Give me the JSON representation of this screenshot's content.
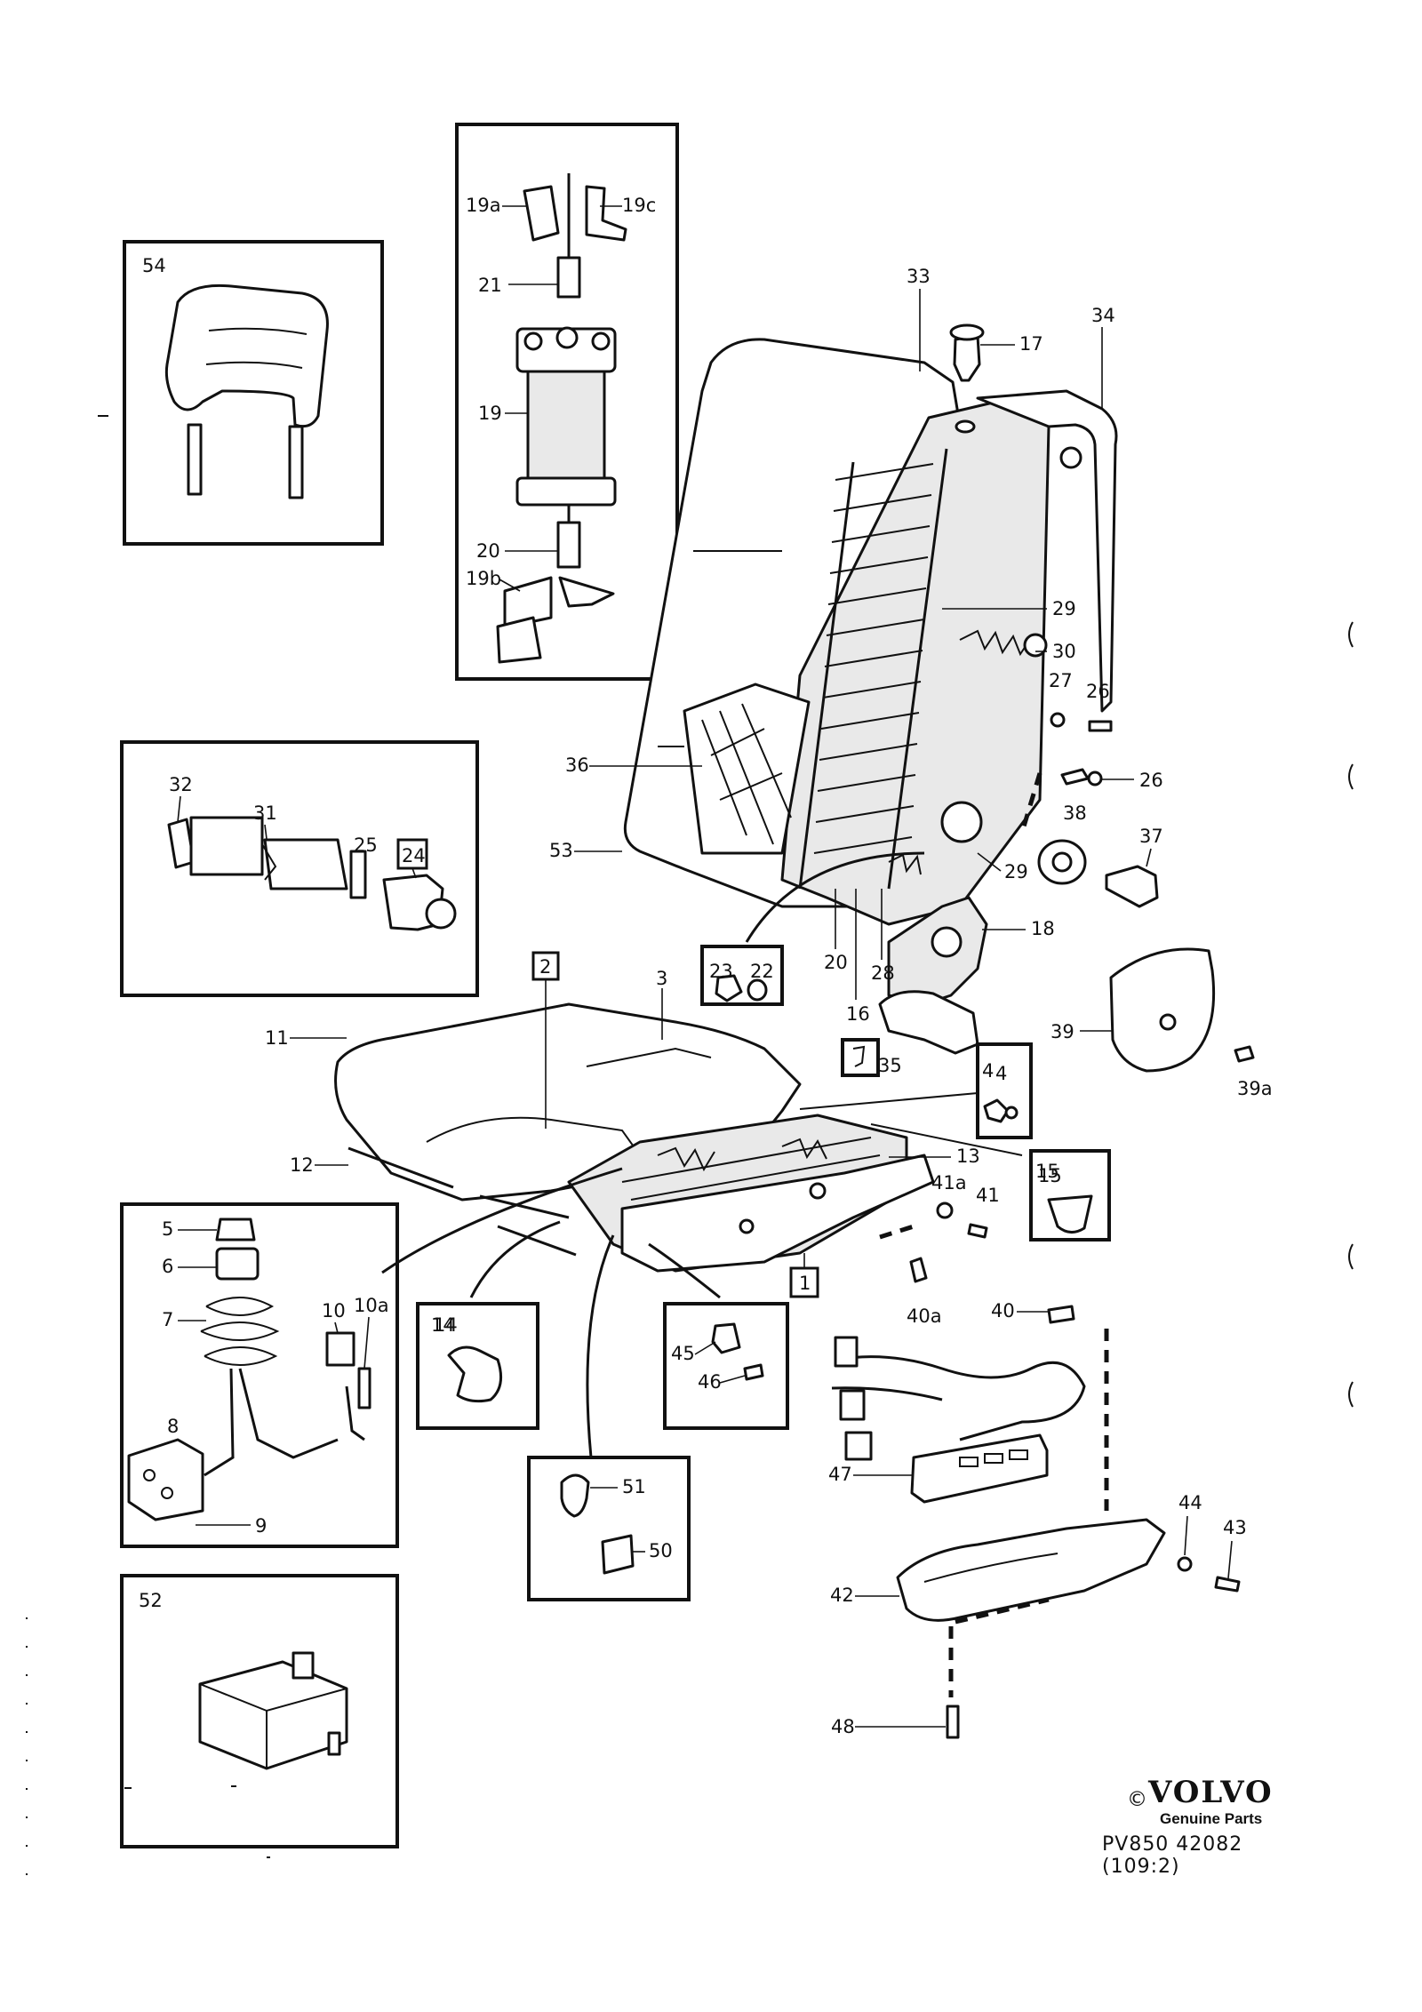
{
  "diagram": {
    "inset_labels": {
      "headrest": "54",
      "motor": "",
      "switch_panel": "",
      "spring_assembly": "",
      "relay": "52",
      "clip14": "14",
      "screw45": "",
      "clip51": "",
      "clip15": "15",
      "clip4": "4"
    },
    "callouts": [
      "19a",
      "19c",
      "21",
      "19",
      "20",
      "19b",
      "33",
      "17",
      "34",
      "29",
      "30",
      "27",
      "26",
      "26",
      "36",
      "53",
      "38",
      "37",
      "29",
      "18",
      "20",
      "28",
      "16",
      "23",
      "22",
      "2",
      "3",
      "11",
      "35",
      "4",
      "39",
      "39a",
      "12",
      "13",
      "15",
      "41a",
      "41",
      "1",
      "40a",
      "40",
      "5",
      "6",
      "7",
      "10",
      "10a",
      "8",
      "9",
      "14",
      "45",
      "46",
      "51",
      "50",
      "47",
      "44",
      "43",
      "42",
      "48",
      "32",
      "31",
      "25",
      "24",
      "52"
    ],
    "boxed_callouts": [
      "1",
      "2",
      "24"
    ]
  },
  "branding": {
    "copyright": "©",
    "logo": "VOLVO",
    "tagline": "Genuine Parts",
    "code": "PV850 42082",
    "ref": "(109:2)"
  }
}
